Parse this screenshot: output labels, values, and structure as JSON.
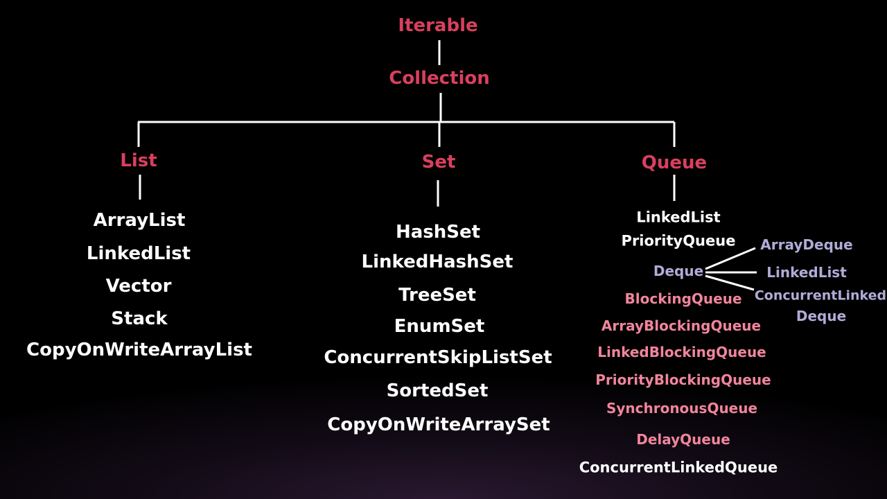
{
  "nodes": {
    "iterable": "Iterable",
    "collection": "Collection",
    "list": "List",
    "set": "Set",
    "queue": "Queue"
  },
  "list_impls": [
    "ArrayList",
    "LinkedList",
    "Vector",
    "Stack",
    "CopyOnWriteArrayList"
  ],
  "set_impls": [
    "HashSet",
    "LinkedHashSet",
    "TreeSet",
    "EnumSet",
    "ConcurrentSkipListSet",
    "SortedSet",
    "CopyOnWriteArraySet"
  ],
  "queue_impls": {
    "linked_list": "LinkedList",
    "priority_queue": "PriorityQueue",
    "deque": "Deque",
    "deque_impls": [
      "ArrayDeque",
      "LinkedList",
      "ConcurrentLinked",
      "Deque"
    ],
    "blocking_queue": "BlockingQueue",
    "blocking_impls": [
      "ArrayBlockingQueue",
      "LinkedBlockingQueue",
      "PriorityBlockingQueue",
      "SynchronousQueue",
      "DelayQueue"
    ],
    "concurrent_linked_queue": "ConcurrentLinkedQueue"
  },
  "colors": {
    "header": "#d9405e",
    "impl": "#ffffff",
    "blocking": "#f0859c",
    "deque": "#b0acd8",
    "line": "#ffffff"
  }
}
